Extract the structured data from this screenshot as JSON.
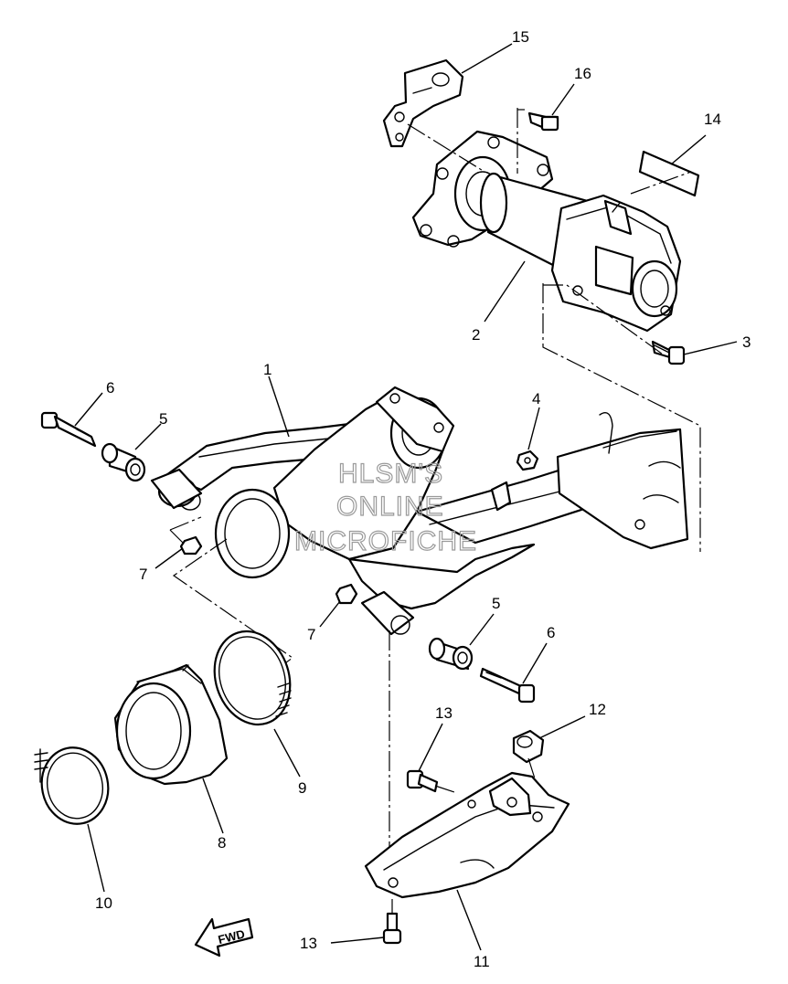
{
  "watermark": {
    "line1": "HLSM'S",
    "line2": "ONLINE",
    "line3": "MICROFICHE"
  },
  "direction_label": "FWD",
  "callouts": [
    {
      "id": "15",
      "text": "15"
    },
    {
      "id": "16",
      "text": "16"
    },
    {
      "id": "14",
      "text": "14"
    },
    {
      "id": "2",
      "text": "2"
    },
    {
      "id": "3",
      "text": "3"
    },
    {
      "id": "1",
      "text": "1"
    },
    {
      "id": "6a",
      "text": "6"
    },
    {
      "id": "5a",
      "text": "5"
    },
    {
      "id": "4",
      "text": "4"
    },
    {
      "id": "7a",
      "text": "7"
    },
    {
      "id": "7b",
      "text": "7"
    },
    {
      "id": "5b",
      "text": "5"
    },
    {
      "id": "6b",
      "text": "6"
    },
    {
      "id": "13a",
      "text": "13"
    },
    {
      "id": "12",
      "text": "12"
    },
    {
      "id": "9",
      "text": "9"
    },
    {
      "id": "8",
      "text": "8"
    },
    {
      "id": "10",
      "text": "10"
    },
    {
      "id": "13b",
      "text": "13"
    },
    {
      "id": "11",
      "text": "11"
    }
  ]
}
